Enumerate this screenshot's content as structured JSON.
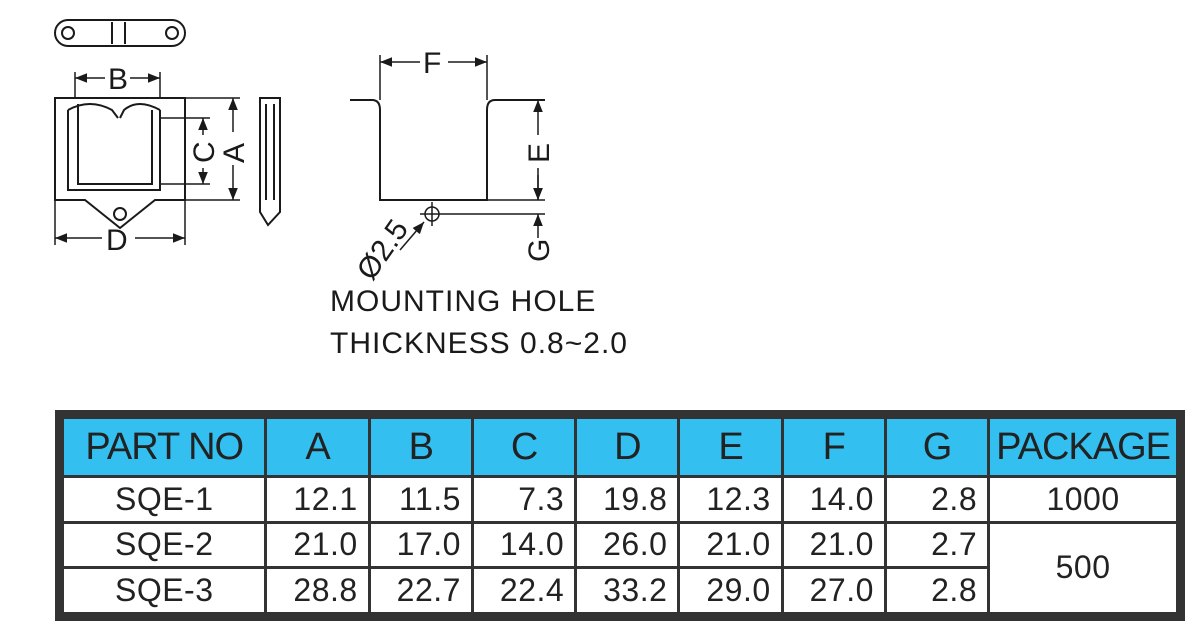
{
  "drawing": {
    "labels": {
      "b": "B",
      "c": "C",
      "a": "A",
      "d": "D",
      "f": "F",
      "e": "E",
      "g": "G",
      "hole_diameter": "Ø2.5"
    },
    "notes": [
      "MOUNTING HOLE",
      "THICKNESS 0.8~2.0"
    ]
  },
  "table": {
    "headers": [
      "PART NO",
      "A",
      "B",
      "C",
      "D",
      "E",
      "F",
      "G",
      "PACKAGE"
    ],
    "rows": [
      {
        "part": "SQE-1",
        "values": [
          "12.1",
          "11.5",
          "7.3",
          "19.8",
          "12.3",
          "14.0",
          "2.8"
        ],
        "package": "1000"
      },
      {
        "part": "SQE-2",
        "values": [
          "21.0",
          "17.0",
          "14.0",
          "26.0",
          "21.0",
          "21.0",
          "2.7"
        ],
        "package": "500"
      },
      {
        "part": "SQE-3",
        "values": [
          "28.8",
          "22.7",
          "22.4",
          "33.2",
          "29.0",
          "27.0",
          "2.8"
        ],
        "package": ""
      }
    ]
  }
}
